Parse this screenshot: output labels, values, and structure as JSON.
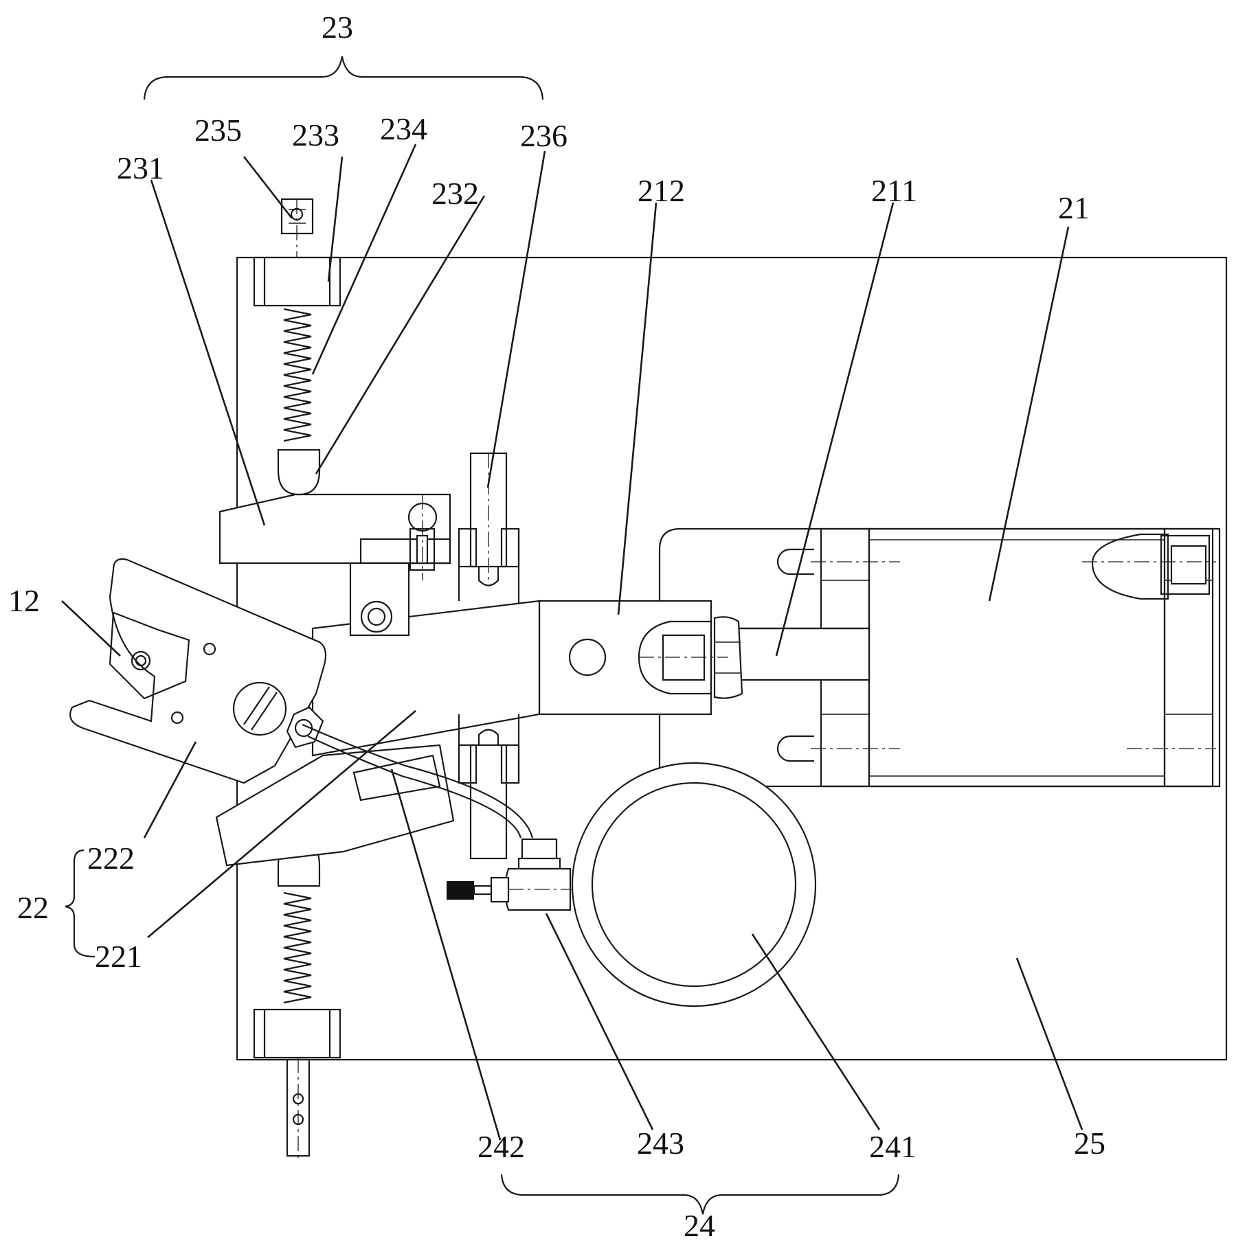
{
  "labels": {
    "l23": "23",
    "l235": "235",
    "l233": "233",
    "l234": "234",
    "l236": "236",
    "l231": "231",
    "l232": "232",
    "l212": "212",
    "l211": "211",
    "l21": "21",
    "l12": "12",
    "l222": "222",
    "l22": "22",
    "l221": "221",
    "l242": "242",
    "l243": "243",
    "l241": "241",
    "l25": "25",
    "l24": "24"
  }
}
